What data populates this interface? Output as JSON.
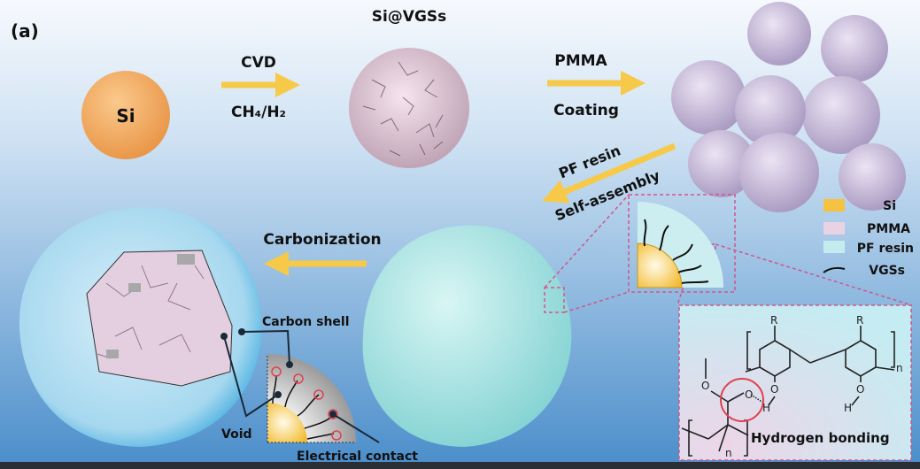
{
  "panel_label": "(a)",
  "steps": {
    "si": "Si",
    "cvd": "CVD",
    "gas": "CH₄/H₂",
    "si_vgs": "Si@VGSs",
    "pmma": "PMMA",
    "coating": "Coating",
    "pf_resin": "PF resin",
    "self_assembly": "Self-assembly",
    "carbonization": "Carbonization"
  },
  "legend": [
    {
      "label": "Si",
      "color": "#f5c242"
    },
    {
      "label": "PMMA",
      "color": "#e9d3e3"
    },
    {
      "label": "PF resin",
      "color": "#c4ecef"
    },
    {
      "label": "VGSs",
      "color": "#111111"
    }
  ],
  "annotations": {
    "carbon_shell": "Carbon shell",
    "void": "Void",
    "electrical_contact": "Electrical contact",
    "hydrogen_bonding": "Hydrogen bonding"
  },
  "chemistry": {
    "r1": "R",
    "r2": "R",
    "o1": "O",
    "o2": "O",
    "o3": "O",
    "o4": "O",
    "h1": "H",
    "h2": "H",
    "n1": "n",
    "n2": "n"
  },
  "colors": {
    "arrow": "#f7c948",
    "dashed_box": "#d0578a",
    "bg_top": "#f4f8fc",
    "bg_bottom": "#4d90cc"
  }
}
